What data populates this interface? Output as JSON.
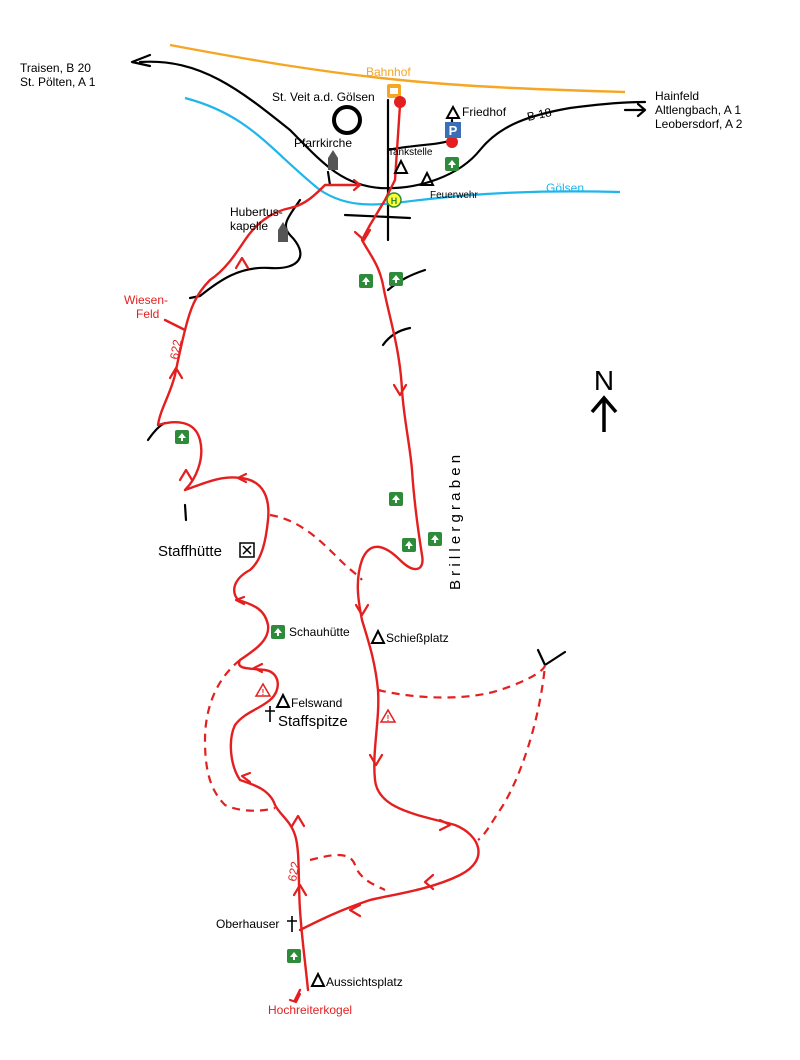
{
  "labels": {
    "traisen": "Traisen, B 20",
    "stpoelten": "St. Pölten, A 1",
    "bahnhof": "Bahnhof",
    "stveit": "St. Veit a.d. Gölsen",
    "friedhof": "Friedhof",
    "hainfeld": "Hainfeld",
    "altlengbach": "Altlengbach, A 1",
    "leobersdorf": "Leobersdorf, A 2",
    "b18": "B 18",
    "pfarrkirche": "Pfarrkirche",
    "tankstelle": "Tankstelle",
    "feuerwehr": "Feuerwehr",
    "goelsen": "Gölsen",
    "hubertus1": "Hubertus-",
    "hubertus2": "kapelle",
    "wiesen1": "Wiesen-",
    "wiesen2": "Feld",
    "route_top": "622",
    "route_bottom": "622",
    "north": "N",
    "brillergraben": "B r i l l e r g r a b e n",
    "staffhuette": "Staffhütte",
    "schauhuette": "Schauhütte",
    "schiessplatz": "Schießplatz",
    "felswand": "Felswand",
    "staffspitze": "Staffspitze",
    "oberhauser": "Oberhauser",
    "aussichtsplatz": "Aussichtsplatz",
    "hochreiterkogel": "Hochreiterkogel",
    "parking": "P",
    "bus_stop": "H"
  },
  "icons": {
    "town": "town-circle-icon",
    "station": "train-station-icon",
    "church": "church-icon",
    "chapel": "chapel-icon",
    "peak": "peak-triangle-icon",
    "parking": "parking-icon",
    "bus": "bus-stop-icon",
    "rest": "rest-area-icon",
    "hut": "hut-icon",
    "warning": "warning-icon",
    "cross": "summit-cross-icon",
    "north": "north-arrow-icon"
  },
  "colors": {
    "trail": "#e41f1f",
    "railway": "#f5a623",
    "river": "#1fb6ea",
    "road": "#000000",
    "rest_icon": "#2e8b3a",
    "parking": "#3a6fb5"
  }
}
